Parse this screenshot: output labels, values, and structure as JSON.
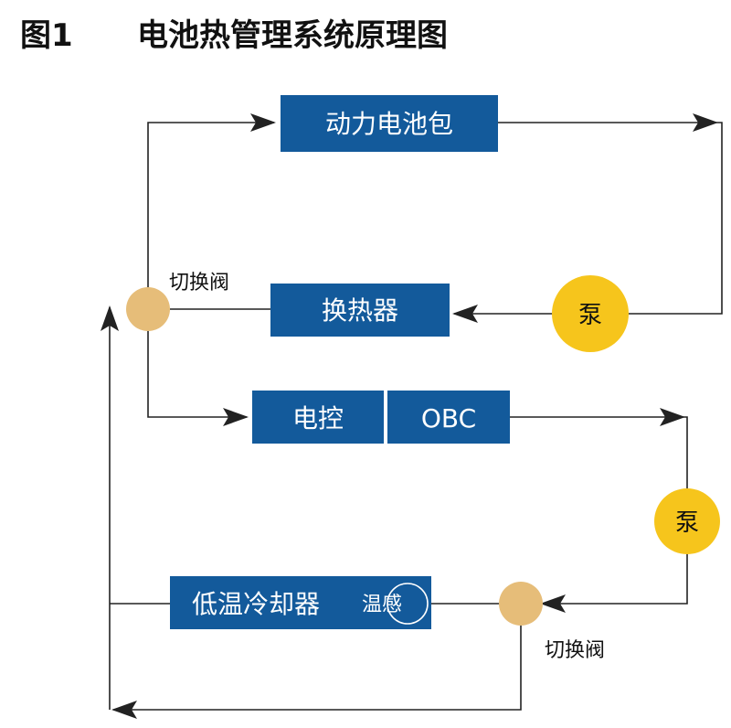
{
  "title": {
    "fig": "图1",
    "text": "电池热管理系统原理图"
  },
  "colors": {
    "box_fill": "#135a9b",
    "pump_fill": "#f6c51c",
    "valve_fill": "#e6bd79",
    "line": "#222222"
  },
  "components": {
    "battery_pack": "动力电池包",
    "heat_exchanger": "换热器",
    "motor_controller": "电控",
    "obc": "OBC",
    "chiller": "低温冷却器",
    "temp_sensor": "温感",
    "pump_upper": "泵",
    "pump_lower": "泵",
    "valve_upper_label": "切换阀",
    "valve_lower_label": "切换阀"
  }
}
